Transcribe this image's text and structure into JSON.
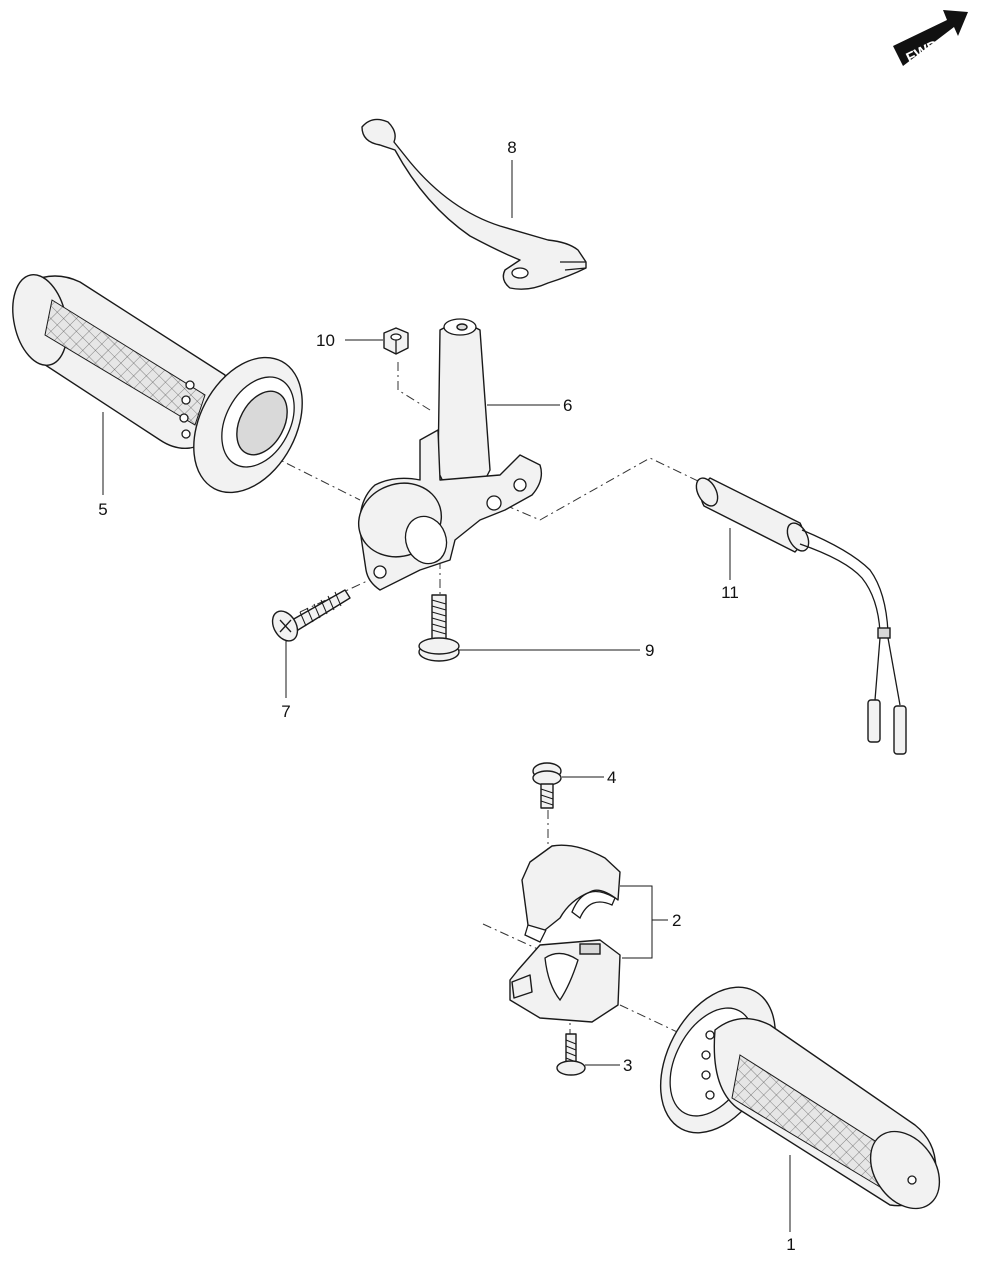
{
  "direction_badge": "FWD",
  "callouts": [
    {
      "id": "1",
      "text": "1"
    },
    {
      "id": "2",
      "text": "2"
    },
    {
      "id": "3",
      "text": "3"
    },
    {
      "id": "4",
      "text": "4"
    },
    {
      "id": "5",
      "text": "5"
    },
    {
      "id": "6",
      "text": "6"
    },
    {
      "id": "7",
      "text": "7"
    },
    {
      "id": "8",
      "text": "8"
    },
    {
      "id": "9",
      "text": "9"
    },
    {
      "id": "10",
      "text": "10"
    },
    {
      "id": "11",
      "text": "11"
    }
  ]
}
